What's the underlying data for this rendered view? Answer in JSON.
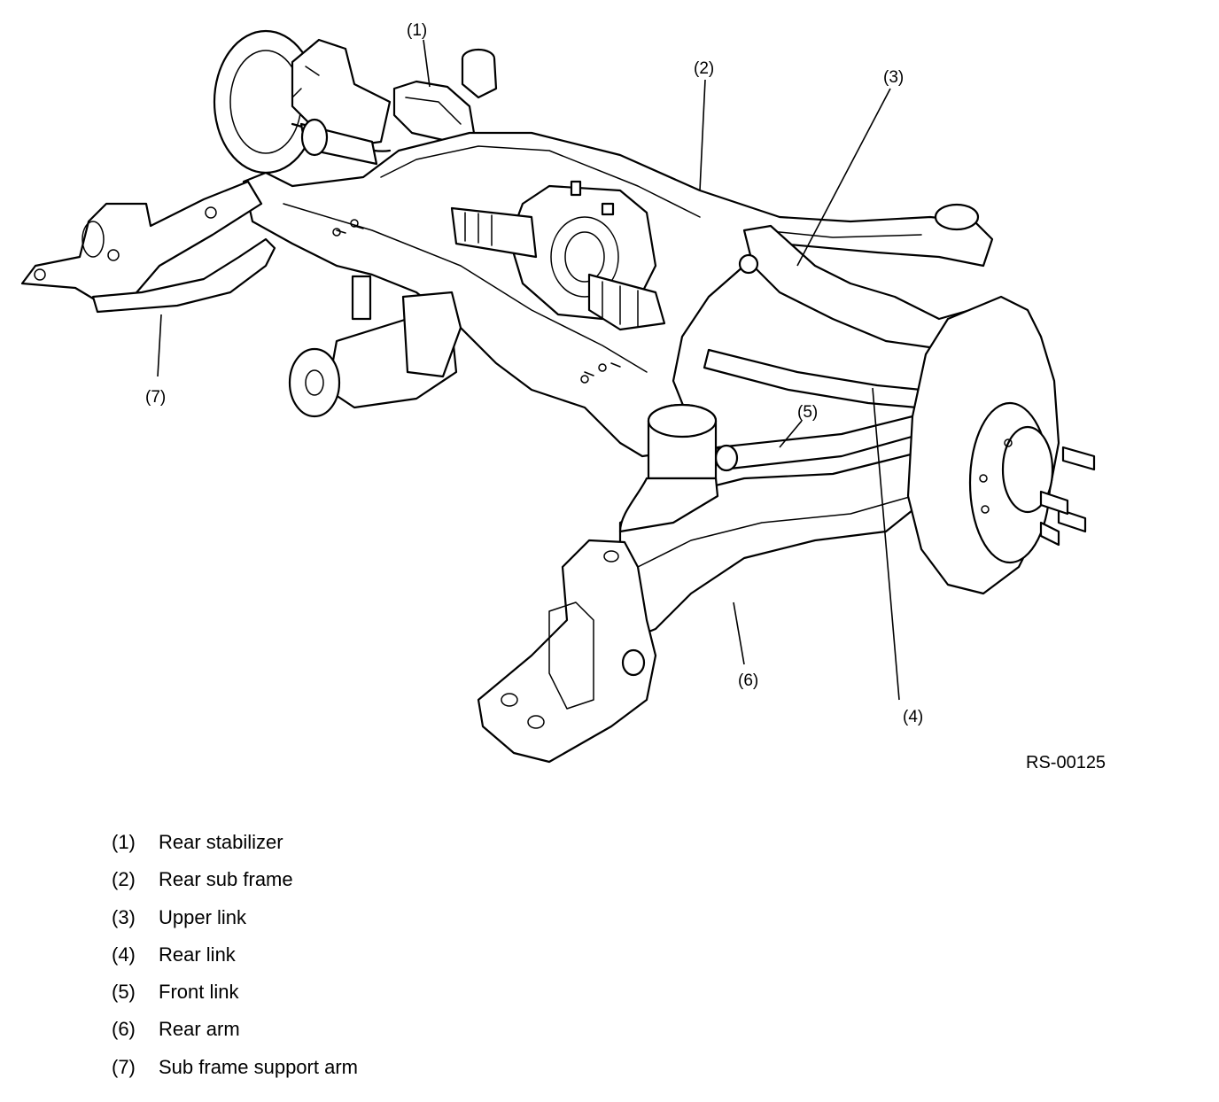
{
  "diagram": {
    "figure_code": "RS-00125",
    "callouts": [
      {
        "id": "1",
        "text": "(1)"
      },
      {
        "id": "2",
        "text": "(2)"
      },
      {
        "id": "3",
        "text": "(3)"
      },
      {
        "id": "4",
        "text": "(4)"
      },
      {
        "id": "5",
        "text": "(5)"
      },
      {
        "id": "6",
        "text": "(6)"
      },
      {
        "id": "7",
        "text": "(7)"
      }
    ]
  },
  "legend": [
    {
      "num": "(1)",
      "label": "Rear stabilizer"
    },
    {
      "num": "(2)",
      "label": "Rear sub frame"
    },
    {
      "num": "(3)",
      "label": "Upper link"
    },
    {
      "num": "(4)",
      "label": "Rear link"
    },
    {
      "num": "(5)",
      "label": "Front link"
    },
    {
      "num": "(6)",
      "label": "Rear arm"
    },
    {
      "num": "(7)",
      "label": "Sub frame support arm"
    }
  ]
}
